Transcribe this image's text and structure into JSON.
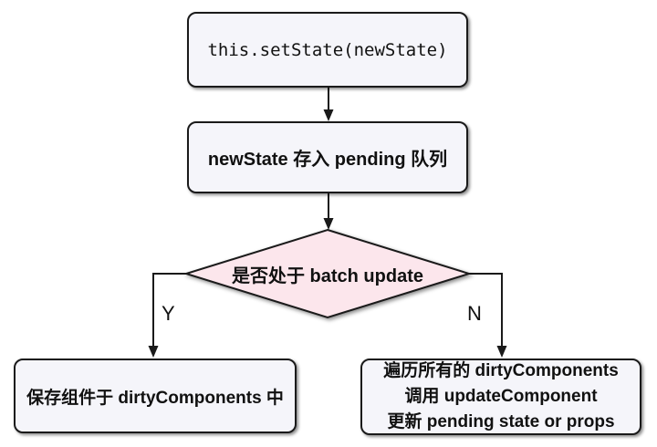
{
  "diagram": {
    "title_semantic": "react-setstate-batch-update-flowchart",
    "nodes": {
      "set_state": {
        "label": "this.setState(newState)"
      },
      "pending_queue": {
        "label": "newState 存入 pending 队列"
      },
      "batch_update_decision": {
        "label": "是否处于 batch update"
      },
      "save_dirty": {
        "label": "保存组件于 dirtyComponents 中"
      },
      "process_dirty": {
        "lines": [
          "遍历所有的 dirtyComponents",
          "调用 updateComponent",
          "更新 pending state or props"
        ]
      }
    },
    "edges": {
      "yes_label": "Y",
      "no_label": "N"
    },
    "colors": {
      "node_fill": "#f5f5fa",
      "decision_fill": "#fce6ec",
      "stroke": "#1a1a1a",
      "background": "#ffffff"
    }
  }
}
